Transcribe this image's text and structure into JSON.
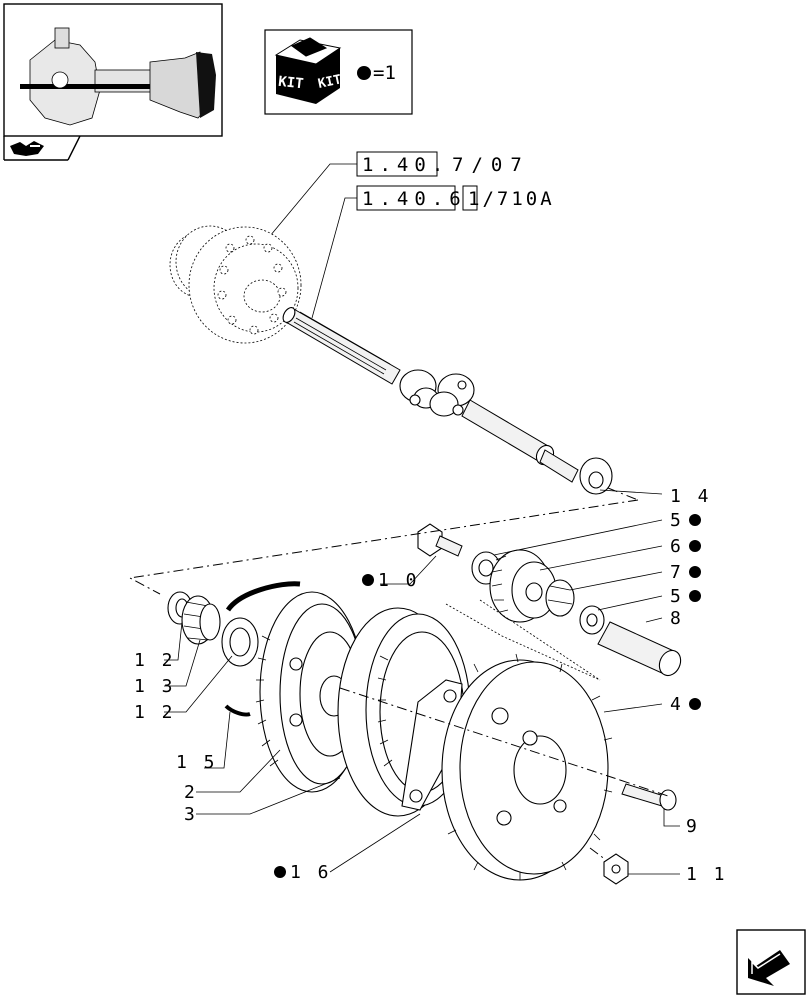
{
  "references": {
    "ref_1": {
      "boxed": "1.40.",
      "rest": "7/07"
    },
    "ref_2": {
      "boxed": "1.40.6",
      "rest": "1/710A"
    }
  },
  "kit": {
    "icon_text_1": "KIT",
    "icon_text_2": "KIT",
    "legend": "=1"
  },
  "callouts": [
    {
      "id": "c14",
      "text": "1 4",
      "marker": false
    },
    {
      "id": "c5a",
      "text": "5",
      "marker": true
    },
    {
      "id": "c6",
      "text": "6",
      "marker": true
    },
    {
      "id": "c7",
      "text": "7",
      "marker": true
    },
    {
      "id": "c5b",
      "text": "5",
      "marker": true
    },
    {
      "id": "c8",
      "text": "8",
      "marker": false
    },
    {
      "id": "c10",
      "text": "1 0",
      "marker": true
    },
    {
      "id": "c12a",
      "text": "1 2",
      "marker": false
    },
    {
      "id": "c13",
      "text": "1 3",
      "marker": false
    },
    {
      "id": "c12b",
      "text": "1 2",
      "marker": false
    },
    {
      "id": "c15",
      "text": "1 5",
      "marker": false
    },
    {
      "id": "c2",
      "text": "2",
      "marker": false
    },
    {
      "id": "c3",
      "text": "3",
      "marker": false
    },
    {
      "id": "c4",
      "text": "4",
      "marker": true
    },
    {
      "id": "c9",
      "text": "9",
      "marker": false
    },
    {
      "id": "c16",
      "text": "1 6",
      "marker": true
    },
    {
      "id": "c11",
      "text": "1 1",
      "marker": false
    }
  ],
  "icons": {
    "thumbnail": "axle-assembly-thumbnail",
    "nav_prev": "prev-page-arrow-icon",
    "nav_next": "next-page-arrow-icon",
    "kit": "kit-box-icon"
  }
}
